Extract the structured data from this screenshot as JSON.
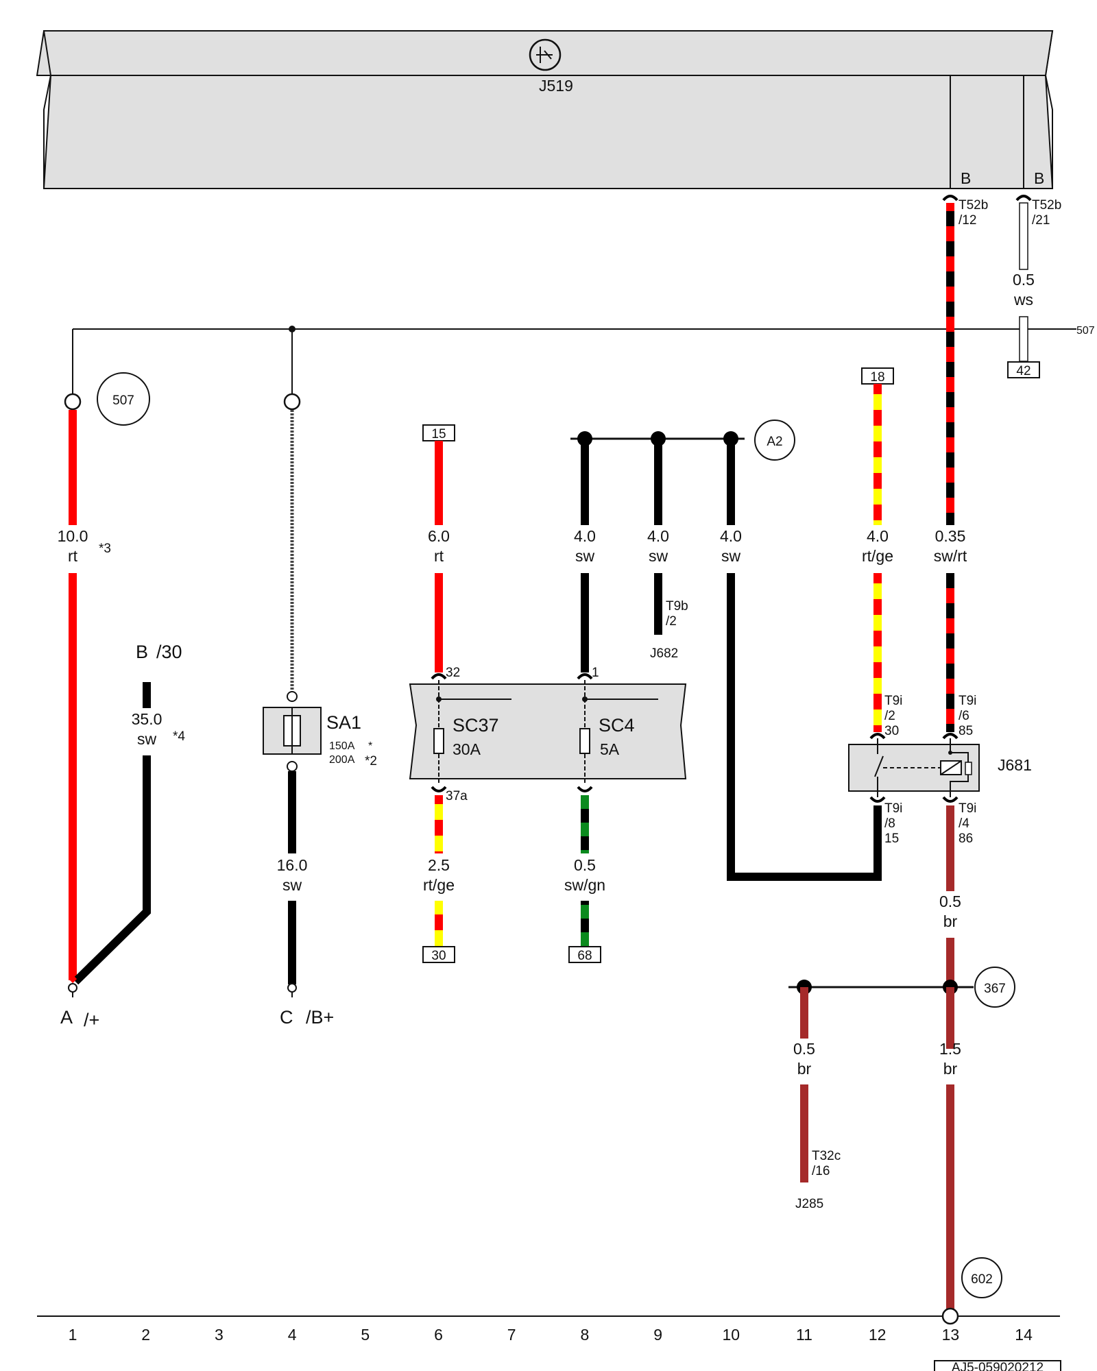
{
  "modules": {
    "j519": {
      "name": "J519"
    },
    "sc_box": {
      "sc37": {
        "name": "SC37",
        "amp": "30A"
      },
      "sc4": {
        "name": "SC4",
        "amp": "5A"
      }
    },
    "j681": {
      "name": "J681"
    },
    "sa1": {
      "name": "SA1",
      "ratings": [
        "150A",
        "200A"
      ],
      "notes": [
        "*",
        "*2"
      ]
    },
    "j682": {
      "name": "J682",
      "pin": "T9b",
      "pin_no": "/2"
    },
    "j285": {
      "name": "J285",
      "pin": "T32c",
      "pin_no": "/16"
    }
  },
  "connectors": {
    "t52b12": {
      "header": "B",
      "name": "T52b",
      "pin": "/12"
    },
    "t52b21": {
      "header": "B",
      "name": "T52b",
      "pin": "/21"
    },
    "sc_pin32": "32",
    "sc_pin1": "1",
    "sc_pin37a": "37a",
    "t9i_2": {
      "name": "T9i",
      "pin": "/2",
      "term": "30"
    },
    "t9i_6": {
      "name": "T9i",
      "pin": "/6",
      "term": "85"
    },
    "t9i_8": {
      "name": "T9i",
      "pin": "/8",
      "term": "15"
    },
    "t9i_4": {
      "name": "T9i",
      "pin": "/4",
      "term": "86"
    }
  },
  "wires": [
    {
      "id": "w1",
      "size": "10.0",
      "color": "rt",
      "note": "*3"
    },
    {
      "id": "w2",
      "size": "35.0",
      "color": "sw",
      "note": "*4"
    },
    {
      "id": "w4",
      "size": "16.0",
      "color": "sw"
    },
    {
      "id": "w6a",
      "size": "6.0",
      "color": "rt"
    },
    {
      "id": "w6b",
      "size": "2.5",
      "color": "rt/ge"
    },
    {
      "id": "w8a",
      "size": "4.0",
      "color": "sw"
    },
    {
      "id": "w8b",
      "size": "0.5",
      "color": "sw/gn"
    },
    {
      "id": "w9",
      "size": "4.0",
      "color": "sw"
    },
    {
      "id": "w10",
      "size": "4.0",
      "color": "sw"
    },
    {
      "id": "w12",
      "size": "4.0",
      "color": "rt/ge"
    },
    {
      "id": "w13a",
      "size": "0.35",
      "color": "sw/rt"
    },
    {
      "id": "w13b",
      "size": "0.5",
      "color": "br"
    },
    {
      "id": "w13c",
      "size": "1.5",
      "color": "br"
    },
    {
      "id": "w11",
      "size": "0.5",
      "color": "br"
    },
    {
      "id": "w14",
      "size": "0.5",
      "color": "ws"
    }
  ],
  "refs": {
    "b30": {
      "letter": "B",
      "label": "/30"
    },
    "aplus": {
      "letter": "A",
      "label": "/+"
    },
    "cbplus": {
      "letter": "C",
      "label": "/B+"
    },
    "r15": "15",
    "r18": "18",
    "r30": "30",
    "r68": "68",
    "r42": "42"
  },
  "circles": {
    "c507": "507",
    "a2": "A2",
    "c367": "367",
    "c602": "602",
    "side507": "507"
  },
  "ruler": [
    "1",
    "2",
    "3",
    "4",
    "5",
    "6",
    "7",
    "8",
    "9",
    "10",
    "11",
    "12",
    "13",
    "14"
  ],
  "diagram_id": "AJ5-059020212",
  "colors": {
    "rt": "#ff0000",
    "sw": "#000000",
    "ge": "#ffff00",
    "gn": "#0b8a1e",
    "br": "#a52a2a",
    "ws": "#ffffff",
    "module": "#e0e0e0"
  }
}
